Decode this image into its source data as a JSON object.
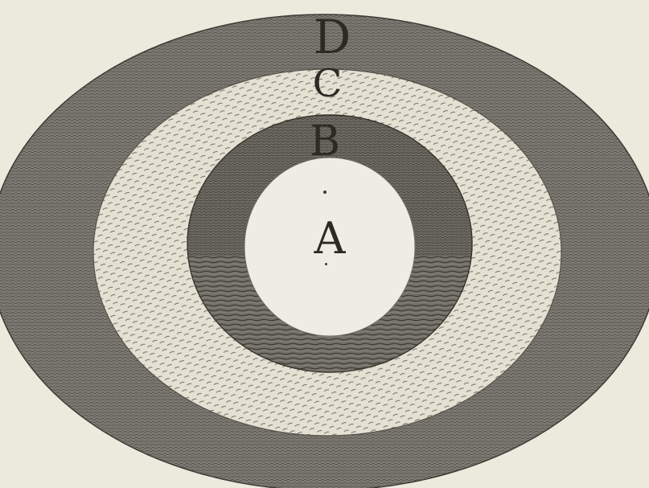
{
  "diagram": {
    "labels": {
      "outer_ring": "D",
      "dashed_ring": "C",
      "inner_ring": "B",
      "core": "A"
    },
    "colors": {
      "paper": "#ece9dd",
      "outer_ring_fill": "#8d8a82",
      "outer_ring_hatch": "#4d4a43",
      "dashed_ring_fill": "#e4e1d3",
      "dashed_ring_marks": "#6a675e",
      "inner_ring_fill": "#7d7a72",
      "inner_ring_hatch": "#3f3c36",
      "core_fill": "#efece3",
      "ink": "#2c2a25"
    }
  }
}
